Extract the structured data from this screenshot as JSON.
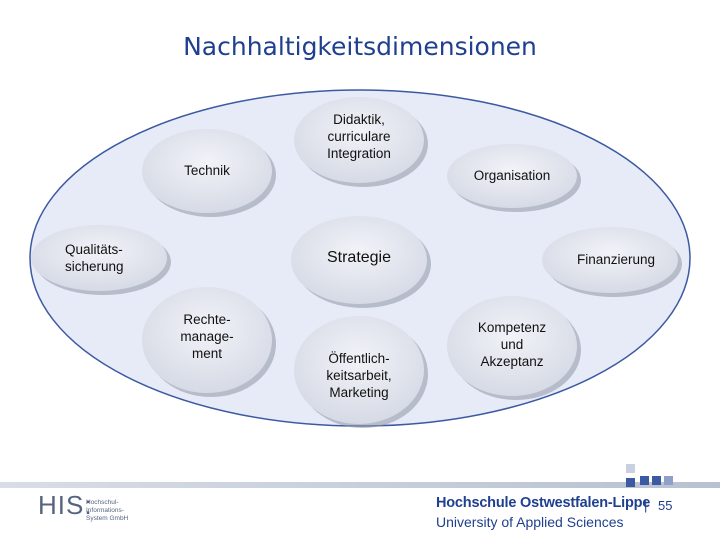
{
  "title": "Nachhaltigkeitsdimensionen",
  "nodes": {
    "technik": "Technik",
    "didaktik": "Didaktik,\ncurriculare\nIntegration",
    "organisation": "Organisation",
    "qualitaet": "Qualitäts-\nsicherung",
    "strategie": "Strategie",
    "finanzierung": "Finanzierung",
    "recht": "Rechte-\nmanage-\nment",
    "oeffentlich": "Öffentlich-\nkeitsarbeit,\nMarketing",
    "kompetenz": "Kompetenz\nund\nAkzeptanz"
  },
  "colors": {
    "title": "#1f3f8f",
    "outer_fill": "#e7ebf7",
    "outer_stroke": "#3b5aa3",
    "node_fill": "#dfe3ec",
    "node_shadow": "#8f96a6"
  },
  "footer": {
    "his_logo": "HIS:",
    "his_subtitle": "Hochschul-\nInformations-\nSystem GmbH",
    "hs_name": "Hochschule Ostwestfalen-Lippe",
    "hs_subtitle": "University of Applied Sciences",
    "separator": "|",
    "page_number": "55"
  }
}
